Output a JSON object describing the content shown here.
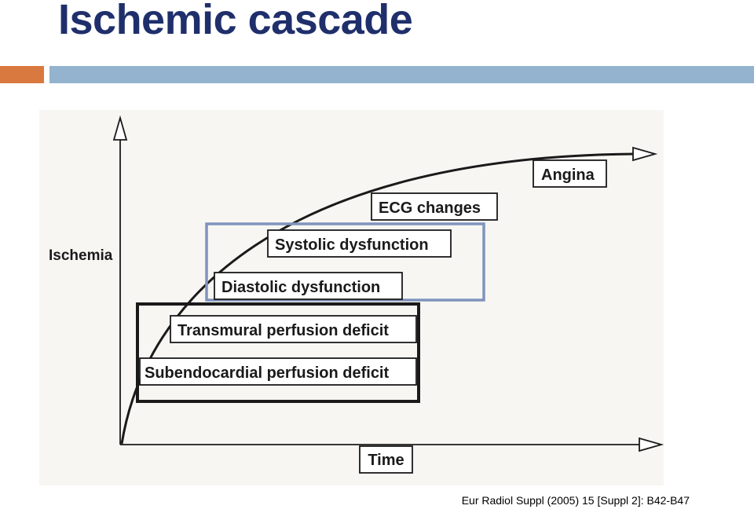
{
  "slide": {
    "title": "Ischemic cascade",
    "citation": "Eur Radiol Suppl (2005) 15 [Suppl 2]: B42-B47"
  },
  "diagram": {
    "y_axis_label": "Ischemia",
    "x_axis_label": "Time",
    "stages": [
      "Subendocardial perfusion deficit",
      "Transmural perfusion deficit",
      "Diastolic dysfunction",
      "Systolic dysfunction",
      "ECG changes",
      "Angina"
    ]
  },
  "colors": {
    "title": "#1f2f6b",
    "accent_orange": "#d9783f",
    "accent_blue": "#94b3cf",
    "highlight_box": "#7f93bd",
    "ink": "#1a1a1a",
    "scan_background": "#f7f6f3"
  }
}
